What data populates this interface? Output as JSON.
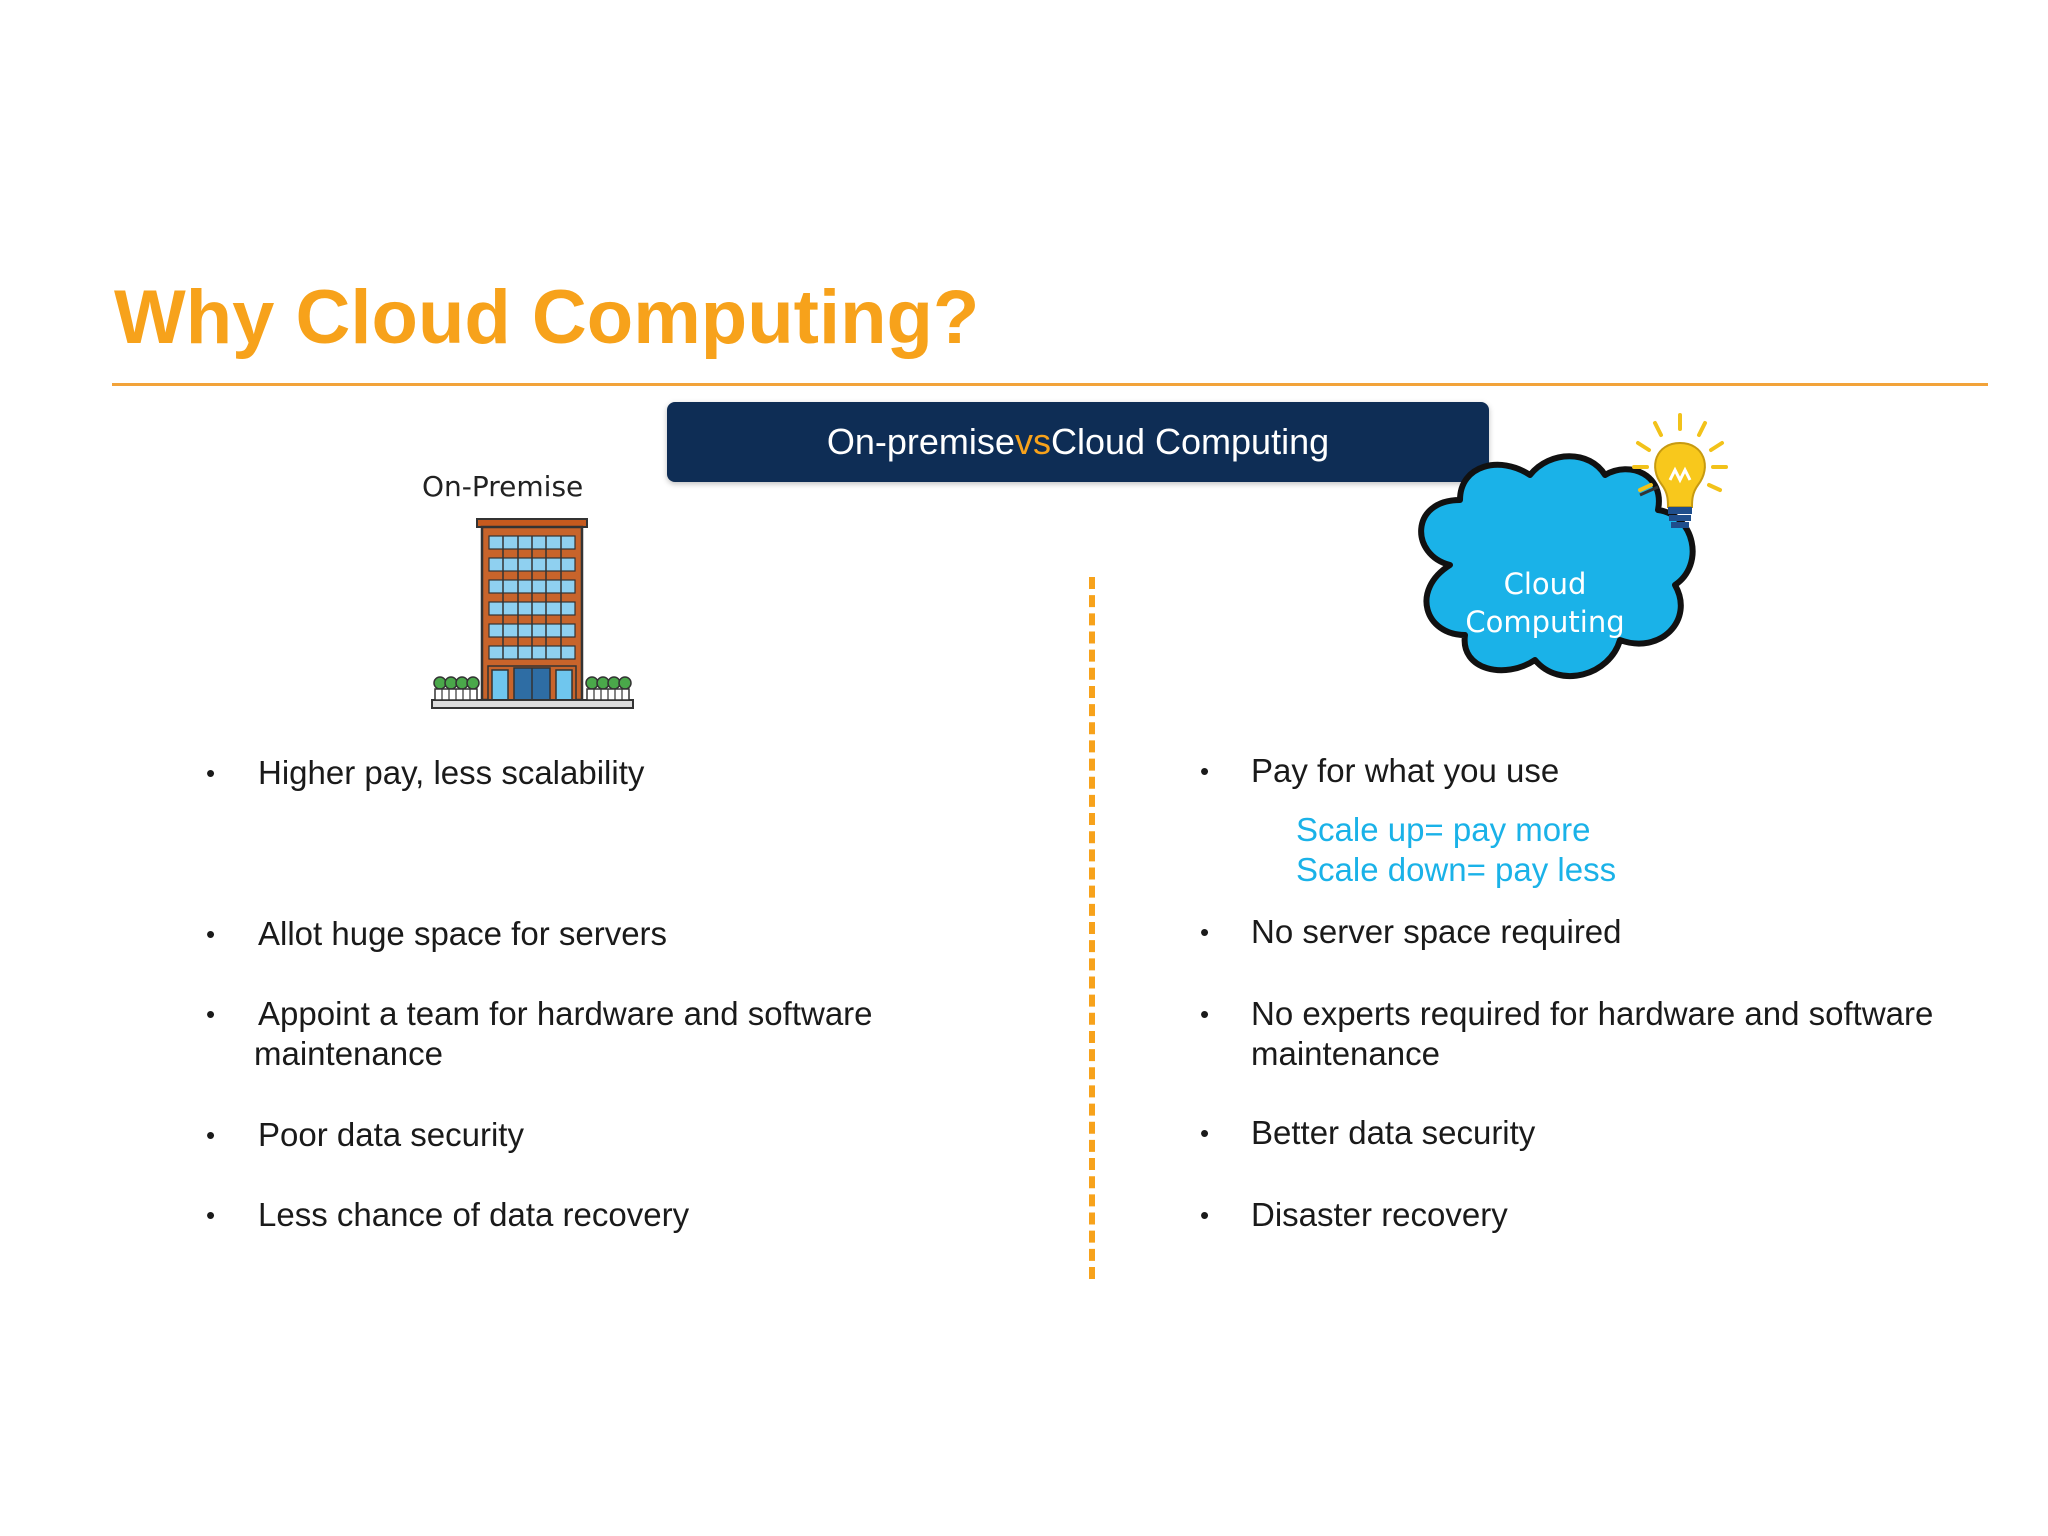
{
  "title": "Why Cloud Computing?",
  "banner": {
    "left": "On-premise",
    "vs": "vs",
    "right": "Cloud Computing"
  },
  "on_premise": {
    "caption": "On-Premise",
    "bullets": [
      {
        "lines": [
          "Higher pay, less scalability"
        ]
      },
      {
        "lines": [
          "Allot huge space for servers"
        ]
      },
      {
        "lines": [
          "Appoint a team for hardware and software",
          "maintenance"
        ]
      },
      {
        "lines": [
          "Poor data security"
        ]
      },
      {
        "lines": [
          "Less chance of data recovery"
        ]
      }
    ]
  },
  "cloud": {
    "label_line1": "Cloud",
    "label_line2": "Computing",
    "bullets": [
      {
        "lines": [
          "Pay for what you use"
        ]
      },
      {
        "lines": [
          "No server space required"
        ]
      },
      {
        "lines": [
          "No experts required for hardware and software",
          "maintenance"
        ]
      },
      {
        "lines": [
          "Better data security"
        ]
      },
      {
        "lines": [
          "Disaster recovery"
        ]
      }
    ],
    "subnotes": [
      "Scale up= pay more",
      "Scale down= pay less"
    ]
  },
  "colors": {
    "accent_orange": "#f7a21b",
    "banner_navy": "#0e2d55",
    "cloud_blue": "#1ab2e8",
    "subnote_blue": "#1ab2e8"
  },
  "icons": {
    "building": "office-building-icon",
    "cloud": "cloud-icon",
    "bulb": "lightbulb-icon"
  }
}
